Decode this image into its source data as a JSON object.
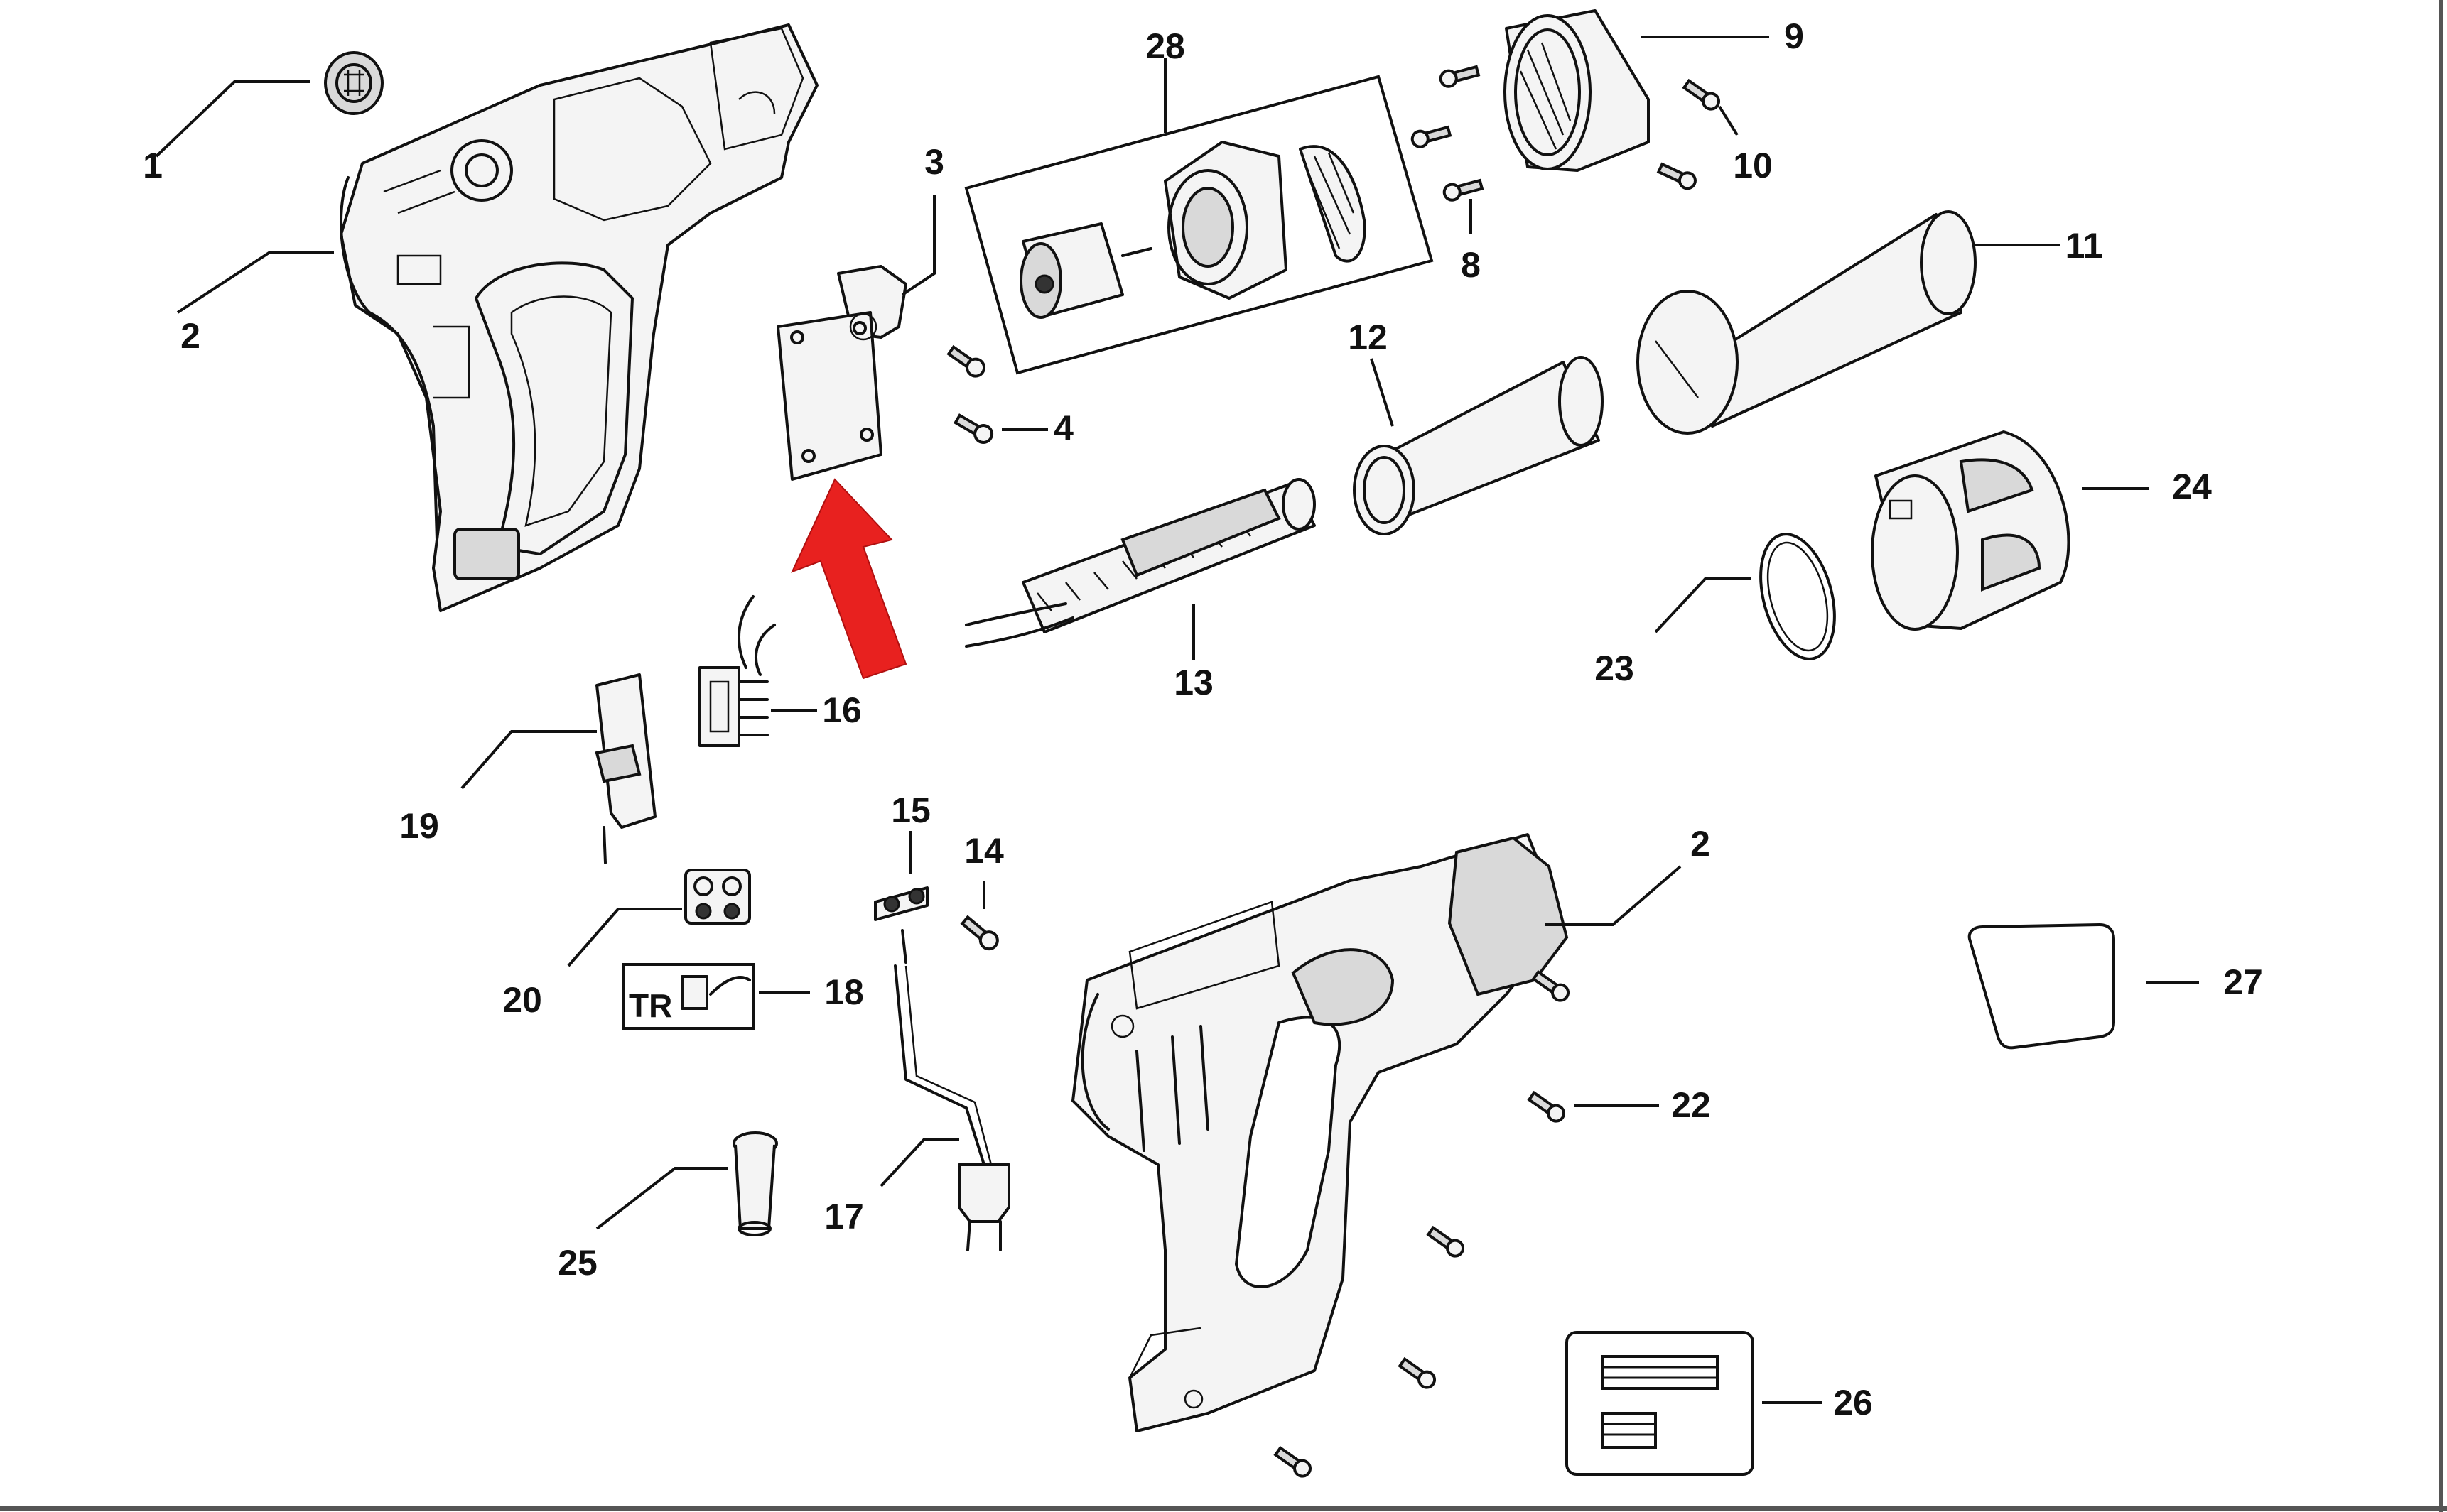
{
  "callouts": {
    "c1": "1",
    "c2a": "2",
    "c2b": "2",
    "c3": "3",
    "c4": "4",
    "c8": "8",
    "c9": "9",
    "c10": "10",
    "c11": "11",
    "c12": "12",
    "c13": "13",
    "c14": "14",
    "c15": "15",
    "c16": "16",
    "c17": "17",
    "c18": "18",
    "c19": "19",
    "c20": "20",
    "c22": "22",
    "c23": "23",
    "c24": "24",
    "c25": "25",
    "c26": "26",
    "c27": "27",
    "c28": "28"
  },
  "tr_label": "TR",
  "colors": {
    "ink": "#111111",
    "arrow": "#e8211f",
    "frame": "#555555"
  },
  "highlight": {
    "icon": "red-arrow-icon",
    "target_part": "3"
  }
}
